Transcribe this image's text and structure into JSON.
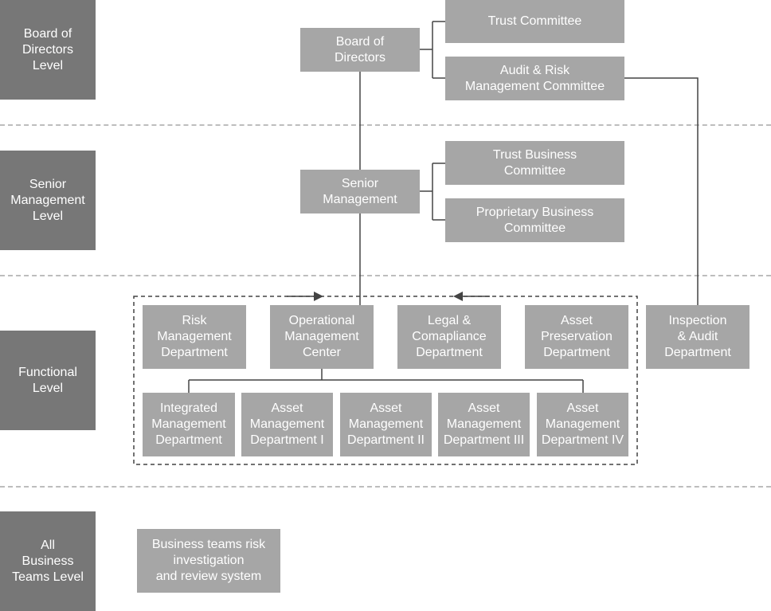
{
  "levels": {
    "board": "Board of\nDirectors\nLevel",
    "senior": "Senior\nManagement\nLevel",
    "functional": "Functional\nLevel",
    "business": "All\nBusiness\nTeams Level"
  },
  "nodes": {
    "board_of_directors": "Board of\nDirectors",
    "trust_committee": "Trust Committee",
    "audit_risk_committee": "Audit & Risk\nManagement Committee",
    "senior_management": "Senior\nManagement",
    "trust_business_committee": "Trust Business\nCommittee",
    "proprietary_business_committee": "Proprietary Business\nCommittee",
    "risk_management_dept": "Risk\nManagement\nDepartment",
    "operational_management_center": "Operational\nManagement\nCenter",
    "legal_compliance_dept": "Legal &\nComapliance\nDepartment",
    "asset_preservation_dept": "Asset\nPreservation\nDepartment",
    "inspection_audit_dept": "Inspection\n& Audit\nDepartment",
    "integrated_management_dept": "Integrated\nManagement\nDepartment",
    "asset_mgmt_dept_1": "Asset\nManagement\nDepartment I",
    "asset_mgmt_dept_2": "Asset\nManagement\nDepartment II",
    "asset_mgmt_dept_3": "Asset\nManagement\nDepartment III",
    "asset_mgmt_dept_4": "Asset\nManagement\nDepartment IV",
    "business_teams_system": "Business teams risk\ninvestigation\nand review system"
  },
  "colors": {
    "level_fill": "#777777",
    "node_fill": "#a6a6a6",
    "connector": "#444444",
    "divider": "#bdbdbd"
  }
}
